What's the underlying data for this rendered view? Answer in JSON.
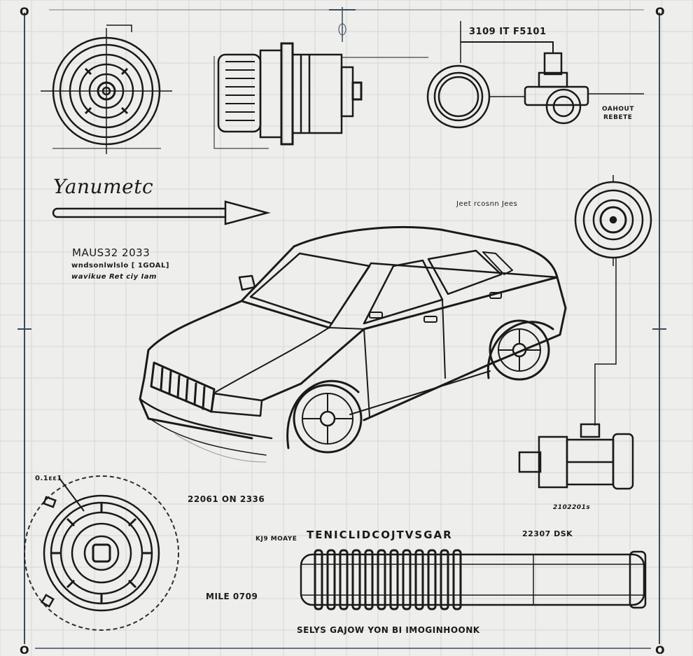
{
  "sheet": {
    "title_script": "Yanumetc",
    "colors": {
      "paper": "#eeeeec",
      "ink": "#1a1a1a",
      "grid": "#d6d6d4",
      "frame": "#3a4a5a"
    },
    "corner_marks": [
      "O",
      "O",
      "O",
      "O"
    ]
  },
  "labels": {
    "top_callout": "3109 IT F5101",
    "right_top_callout_1": "OAHOUT",
    "right_top_callout_2": "REBETE",
    "model_title": "MAUS32 2033",
    "model_line_2": "wndsonlwlslo [ 1GOAL]",
    "model_line_3": "wavikue Ret ciy Iam",
    "center_note": "Jeet rcosnn Jees",
    "wheel_callout": "0.1ɛɛ1",
    "dimension_1": "22061 ON 2336",
    "left_note": "KJ9 MOAYE",
    "tube_title": "TENICLIDCOJTVSGAR",
    "motor_note": "2102201s",
    "right_note": "22307 DSK",
    "mile_label": "MILE 0709",
    "footer_caption": "SELYS GAJOW YON BI IMOGINHOONK"
  },
  "icons": {
    "arrow": "right-arrow",
    "car": "sedan-car",
    "hub": "wheel-hub",
    "motor": "motor-cylinder",
    "tube": "ribbed-tube"
  }
}
